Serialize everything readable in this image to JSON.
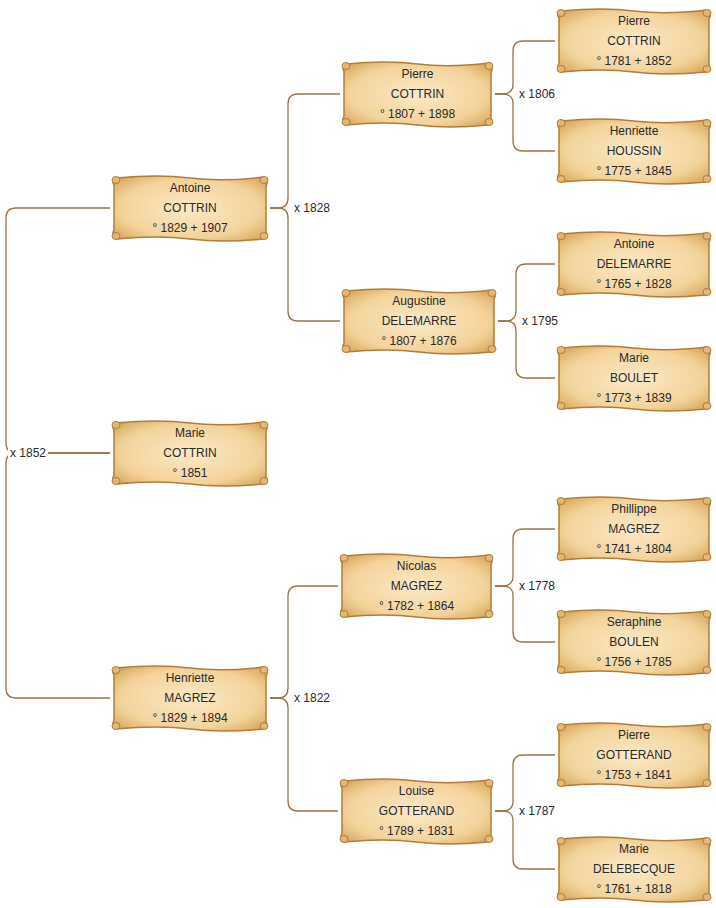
{
  "diagram": {
    "nodes": [
      {
        "text": [
          "Antoine",
          "COTTRIN",
          "° 1829 + 1907"
        ]
      },
      {
        "text": [
          "Marie",
          "COTTRIN",
          "° 1851"
        ]
      },
      {
        "text": [
          "Henriette",
          "MAGREZ",
          "° 1829 + 1894"
        ]
      },
      {
        "text": [
          "Pierre",
          "COTTRIN",
          "° 1807 + 1898"
        ]
      },
      {
        "text": [
          "Augustine",
          "DELEMARRE",
          "° 1807 + 1876"
        ]
      },
      {
        "text": [
          "Nicolas",
          "MAGREZ",
          "° 1782 + 1864"
        ]
      },
      {
        "text": [
          "Louise",
          "GOTTERAND",
          "° 1789 + 1831"
        ]
      },
      {
        "text": [
          "Pierre",
          "COTTRIN",
          "° 1781 + 1852"
        ]
      },
      {
        "text": [
          "Henriette",
          "HOUSSIN",
          "° 1775 + 1845"
        ]
      },
      {
        "text": [
          "Antoine",
          "DELEMARRE",
          "° 1765 + 1828"
        ]
      },
      {
        "text": [
          "Marie",
          "BOULET",
          "° 1773 + 1839"
        ]
      },
      {
        "text": [
          "Phillippe",
          "MAGREZ",
          "° 1741 + 1804"
        ]
      },
      {
        "text": [
          "Seraphine",
          "BOULEN",
          "° 1756 + 1785"
        ]
      },
      {
        "text": [
          "Pierre",
          "GOTTERAND",
          "° 1753 + 1841"
        ]
      },
      {
        "text": [
          "Marie",
          "DELEBECQUE",
          "° 1761 + 1818"
        ]
      }
    ],
    "edges": [
      {
        "from": 1,
        "to": 0,
        "arrow": "none",
        "label": "x 1852"
      },
      {
        "from": 1,
        "to": 2,
        "arrow": "none"
      },
      {
        "from": 0,
        "to": 3,
        "arrow": "none",
        "label": "x 1828"
      },
      {
        "from": 0,
        "to": 4,
        "arrow": "none"
      },
      {
        "from": 2,
        "to": 5,
        "arrow": "none",
        "label": "x 1822"
      },
      {
        "from": 2,
        "to": 6,
        "arrow": "none"
      },
      {
        "from": 3,
        "to": 7,
        "arrow": "none",
        "label": "x 1806"
      },
      {
        "from": 3,
        "to": 8,
        "arrow": "none"
      },
      {
        "from": 4,
        "to": 9,
        "arrow": "none",
        "label": "x 1795"
      },
      {
        "from": 4,
        "to": 10,
        "arrow": "none"
      },
      {
        "from": 5,
        "to": 11,
        "arrow": "none",
        "label": "x 1778"
      },
      {
        "from": 5,
        "to": 12,
        "arrow": "none"
      },
      {
        "from": 6,
        "to": 13,
        "arrow": "none",
        "label": "x 1787"
      },
      {
        "from": 6,
        "to": 14,
        "arrow": "none"
      }
    ]
  }
}
